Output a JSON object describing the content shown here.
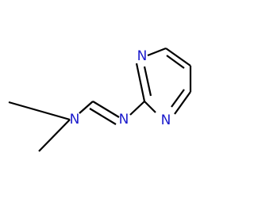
{
  "structure": {
    "atom_color": "#1a1acc",
    "bond_color": "#000000",
    "background": "#ffffff",
    "atoms": [
      {
        "symbol": "N",
        "role": "dimethylamino-nitrogen"
      },
      {
        "symbol": "N",
        "role": "imine-nitrogen"
      },
      {
        "symbol": "N",
        "role": "pyrimidine-nitrogen-top"
      },
      {
        "symbol": "N",
        "role": "pyrimidine-nitrogen-bottom"
      }
    ]
  }
}
